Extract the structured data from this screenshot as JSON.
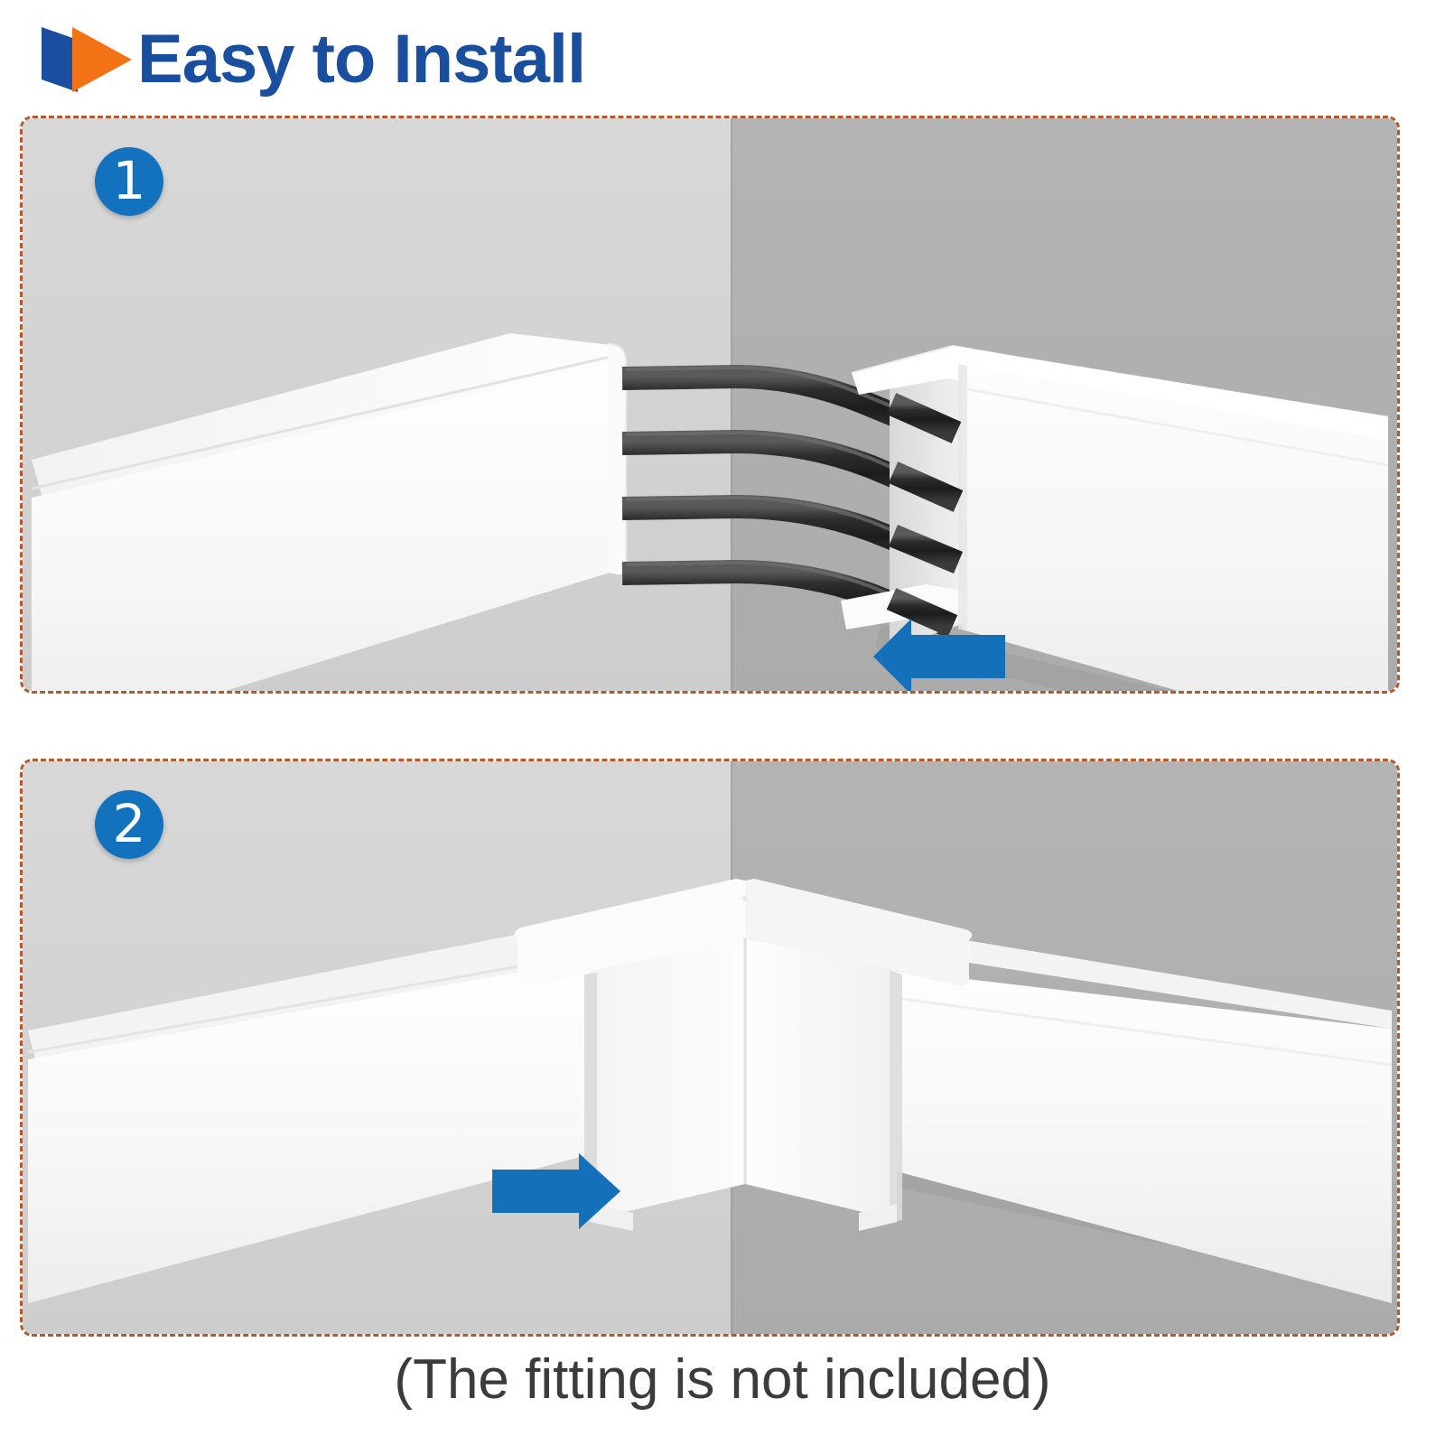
{
  "header": {
    "title": "Easy to Install",
    "icon_name": "double-play-triangle-icon",
    "icon_colors": {
      "back": "#1a4fa0",
      "front": "#f47216"
    },
    "title_color": "#1a4fa0"
  },
  "theme": {
    "badge_blue": "#1272bd",
    "arrow_blue": "#1470b8",
    "dashed_border": "#b5592a",
    "wall_left": "#d4d4d4",
    "wall_right": "#b0b0b0",
    "raceway_white": "#ffffff",
    "cable_black": "#2b2b2b",
    "caption_color": "#3b3b3b"
  },
  "steps": [
    {
      "number": "1",
      "badge_label": "1",
      "arrow": {
        "name": "arrow-left-icon",
        "direction": "left"
      },
      "scene": {
        "description": "Two white cable raceway channels mounted on an inside wall corner with four black cables running between the open ends",
        "cable_count": 4,
        "parts": [
          "left-raceway",
          "right-raceway",
          "cables",
          "wall-corner"
        ]
      }
    },
    {
      "number": "2",
      "badge_label": "2",
      "arrow": {
        "name": "arrow-right-icon",
        "direction": "right"
      },
      "scene": {
        "description": "White inside corner fitting snapped over the joint between the two raceway runs at the wall corner",
        "cable_count": 0,
        "parts": [
          "left-raceway",
          "right-raceway",
          "corner-fitting",
          "wall-corner"
        ]
      }
    }
  ],
  "caption": "(The fitting is not included)"
}
